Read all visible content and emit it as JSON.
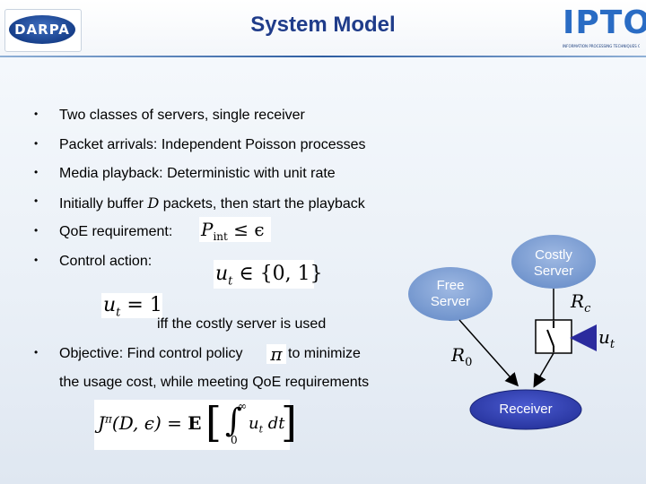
{
  "slide": {
    "title": "System Model",
    "logos": {
      "left": {
        "text": "DARPA",
        "icon": "darpa-logo"
      },
      "right": {
        "text": "IPTO",
        "tagline": "INFORMATION PROCESSING TECHNIQUES OFFICE",
        "icon": "ipto-logo"
      }
    }
  },
  "bullets": {
    "b1": "Two classes of servers, single receiver",
    "b2": "Packet arrivals: Independent Poisson processes",
    "b3": "Media playback: Deterministic with unit rate",
    "b4_pre": "Initially buffer",
    "b4_var": "D",
    "b4_post": "packets, then start the playback",
    "b5": "QoE requirement:",
    "b6": "Control action:",
    "b7_pre": "Objective: Find control policy",
    "b7_post": "to minimize",
    "symbol": "•"
  },
  "formulas": {
    "pint_base": "P",
    "pint_sub": "int",
    "pint_rest": " ≤ ϵ",
    "control_var": "u",
    "control_sub": "t",
    "control_rest": " ∈ {0, 1}",
    "ut1_var": "u",
    "ut1_sub": "t",
    "ut1_rest": " = 1",
    "pi": "π",
    "cost_lhs": "J",
    "cost_sup": "π",
    "cost_args": "(D, ϵ) = ",
    "cost_E": "E",
    "cost_int": "∫",
    "cost_upper": "∞",
    "cost_lower": "0",
    "cost_integrand": "u",
    "cost_integrand_sub": "t",
    "cost_dt": " dt"
  },
  "texts": {
    "iff": "iff the costly server is used",
    "usage": "the usage cost, while meeting QoE requirements"
  },
  "diagram": {
    "free_server": [
      "Free",
      "Server"
    ],
    "costly_server": [
      "Costly",
      "Server"
    ],
    "receiver": "Receiver",
    "rc_base": "R",
    "rc_sub": "c",
    "r0_base": "R",
    "r0_sub": "0",
    "ut_base": "u",
    "ut_sub": "t",
    "colors": {
      "free_node": "#7ea0d4",
      "costly_node": "#7ea0d4",
      "receiver_node": "#2f3fb8",
      "arrow": "#000000",
      "control_arrow": "#2b2b9e"
    }
  }
}
